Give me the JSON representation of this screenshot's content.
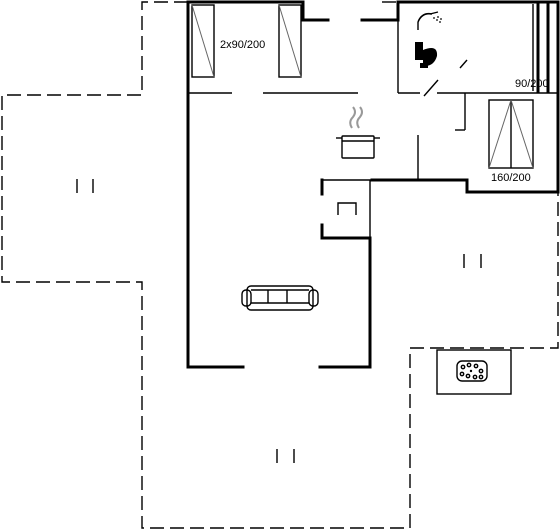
{
  "rooms": {
    "bedroom_1": {
      "bed_label": "2x90/200"
    },
    "bedroom_2": {
      "bed_label": "90/200"
    },
    "bedroom_3": {
      "bed_label": "160/200"
    }
  },
  "icons": {
    "shower": "shower-icon",
    "toilet": "toilet-icon",
    "stove": "cooking-pot-icon",
    "sofa": "sofa-icon",
    "hot_tub": "hot-tub-icon",
    "terrace_marks": "terrace-marker-icon"
  },
  "colors": {
    "wall": "#000000",
    "background": "#ffffff"
  }
}
